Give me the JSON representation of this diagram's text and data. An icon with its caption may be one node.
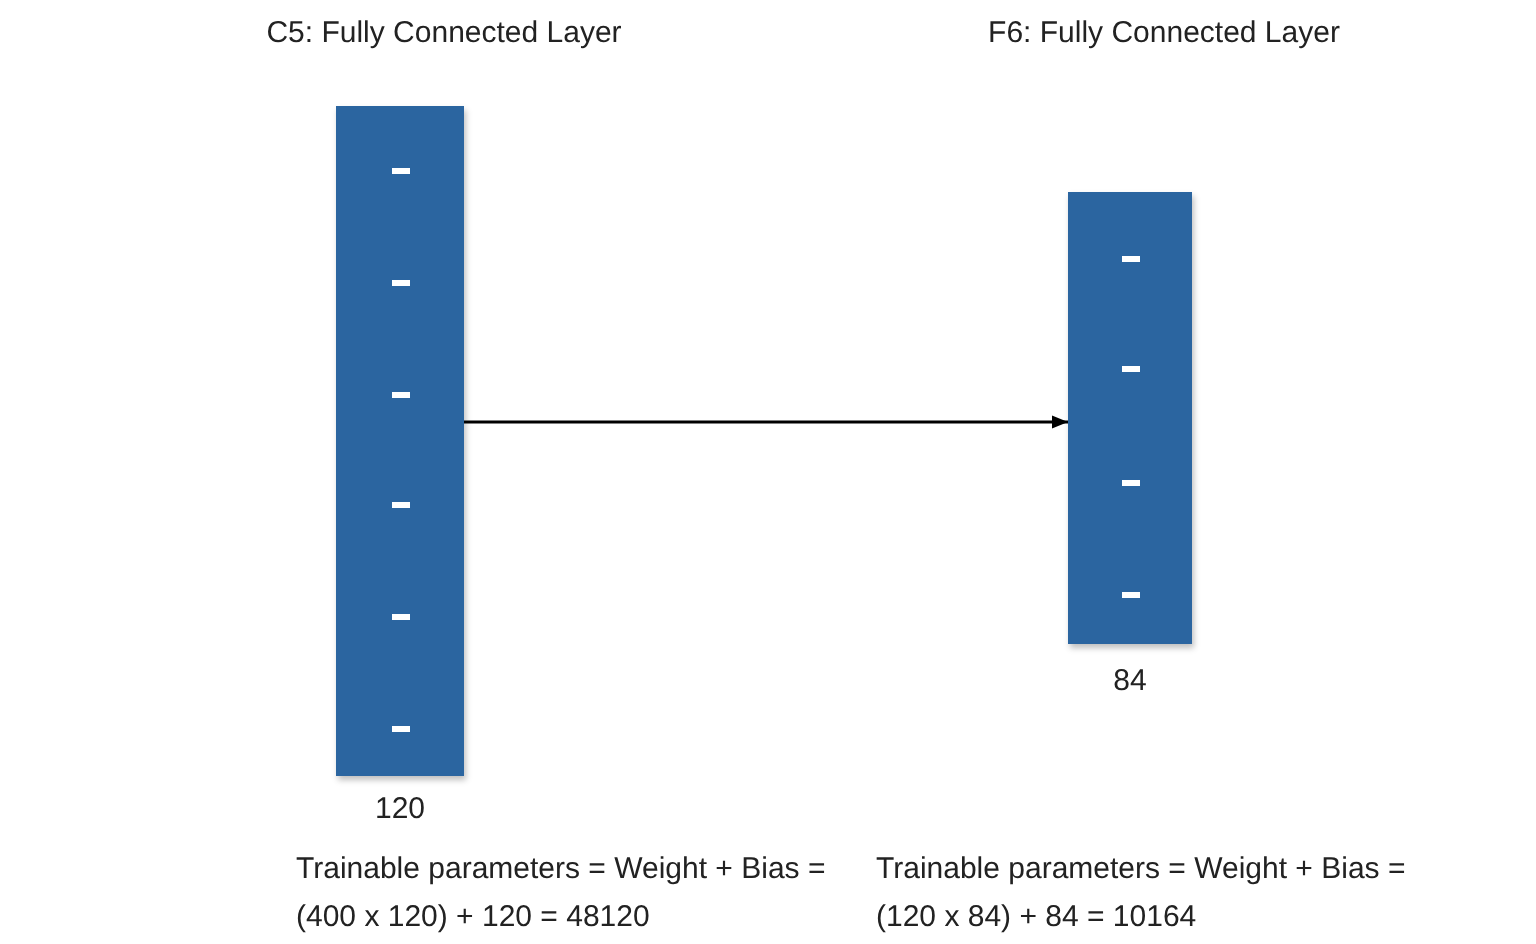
{
  "diagram": {
    "nodes": [
      {
        "text": [
          "C5: Fully Connected Layer"
        ],
        "beside": [
          "120"
        ]
      },
      {
        "text": [
          "F6: Fully Connected Layer"
        ],
        "beside": [
          "84"
        ]
      }
    ],
    "edges": [
      {
        "from": 0,
        "to": 1,
        "arrow": "to"
      }
    ],
    "labels": [
      "Trainable parameters = Weight + Bias = (400 x 120) + 120 = 48120",
      "Trainable parameters = Weight + Bias = (120 x 84) + 84 = 10164"
    ]
  }
}
